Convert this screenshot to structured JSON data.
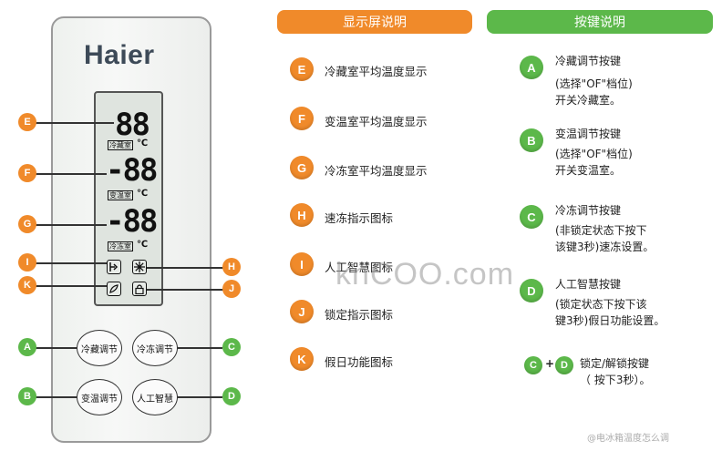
{
  "brand": "Haier",
  "display": {
    "fridge_digits": "88",
    "variable_digits": "-88",
    "freezer_digits": "-88",
    "fridge_label": "冷藏室",
    "variable_label": "变温室",
    "freezer_label": "冷冻室",
    "unit": "℃"
  },
  "panel_buttons": {
    "fridge": "冷藏调节",
    "freezer": "冷冻调节",
    "variable": "变温调节",
    "smart": "人工智慧"
  },
  "display_section": {
    "title": "显示屏说明",
    "items": [
      {
        "key": "E",
        "text": "冷藏室平均温度显示"
      },
      {
        "key": "F",
        "text": "变温室平均温度显示"
      },
      {
        "key": "G",
        "text": "冷冻室平均温度显示"
      },
      {
        "key": "H",
        "text": "速冻指示图标"
      },
      {
        "key": "I",
        "text": "人工智慧图标"
      },
      {
        "key": "J",
        "text": "锁定指示图标"
      },
      {
        "key": "K",
        "text": "假日功能图标"
      }
    ]
  },
  "key_section": {
    "title": "按键说明",
    "items": [
      {
        "key": "A",
        "line1": "冷藏调节按键",
        "line2": "(选择\"OF\"档位)",
        "line3": "开关冷藏室。"
      },
      {
        "key": "B",
        "line1": "变温调节按键",
        "line2": "(选择\"OF\"档位)",
        "line3": "开关变温室。"
      },
      {
        "key": "C",
        "line1": "冷冻调节按键",
        "line2": "(非锁定状态下按下",
        "line3": "该键3秒)速冻设置。"
      },
      {
        "key": "D",
        "line1": "人工智慧按键",
        "line2": "(锁定状态下按下该",
        "line3": "键3秒)假日功能设置。"
      }
    ],
    "combo": {
      "key1": "C",
      "plus": "+",
      "key2": "D",
      "line1": "锁定/解锁按键",
      "line2": "（ 按下3秒）。"
    }
  },
  "callouts": {
    "E": "E",
    "F": "F",
    "G": "G",
    "I": "I",
    "K": "K",
    "H": "H",
    "J": "J",
    "A": "A",
    "B": "B",
    "C": "C",
    "D": "D"
  },
  "watermark": "knCOO.com",
  "source": "@电冰箱温度怎么调",
  "colors": {
    "orange": "#f08a2a",
    "green": "#5cb84a"
  }
}
